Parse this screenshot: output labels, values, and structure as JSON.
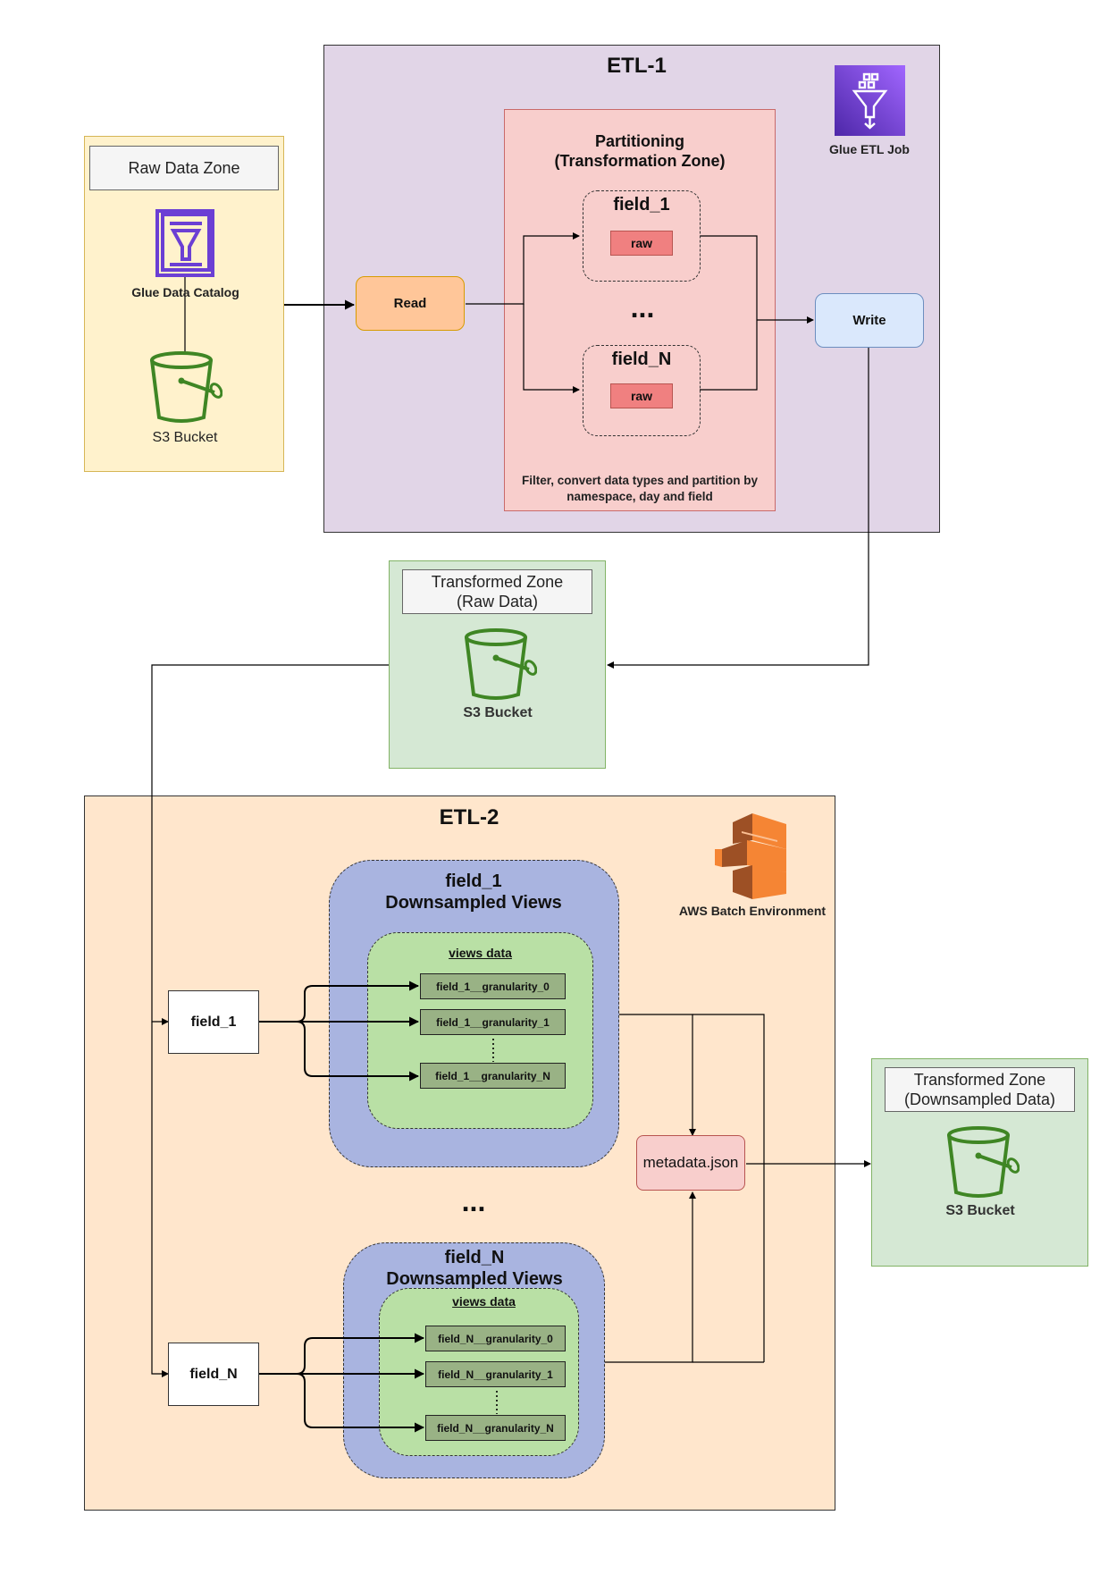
{
  "raw_zone": {
    "title": "Raw Data Zone",
    "catalog_label": "Glue Data Catalog",
    "bucket_label": "S3 Bucket",
    "catalog_icon": "glue-data-catalog-icon",
    "bucket_icon": "s3-bucket-icon"
  },
  "etl1": {
    "title": "ETL-1",
    "job_label": "Glue ETL Job",
    "job_icon": "glue-etl-job-icon",
    "read_label": "Read",
    "write_label": "Write",
    "partition": {
      "title_line1": "Partitioning",
      "title_line2": "(Transformation Zone)",
      "fields": [
        {
          "name": "field_1",
          "tag": "raw"
        },
        {
          "name": "field_N",
          "tag": "raw"
        }
      ],
      "ellipsis": "...",
      "caption_line1": "Filter, convert data types and partition by",
      "caption_line2": "namespace, day and field"
    }
  },
  "transformed_raw": {
    "title_line1": "Transformed Zone",
    "title_line2": "(Raw Data)",
    "bucket_label": "S3 Bucket"
  },
  "etl2": {
    "title": "ETL-2",
    "batch_label": "AWS Batch Environment",
    "batch_icon": "aws-batch-icon",
    "ellipsis": "...",
    "metadata_label": "metadata.json",
    "groups": [
      {
        "field": "field_1",
        "title_line1": "field_1",
        "title_line2": "Downsampled Views",
        "views_label": "views data",
        "granularities": [
          "field_1__granularity_0",
          "field_1__granularity_1",
          "field_1__granularity_N"
        ]
      },
      {
        "field": "field_N",
        "title_line1": "field_N",
        "title_line2": "Downsampled Views",
        "views_label": "views data",
        "granularities": [
          "field_N__granularity_0",
          "field_N__granularity_1",
          "field_N__granularity_N"
        ]
      }
    ]
  },
  "transformed_down": {
    "title_line1": "Transformed Zone",
    "title_line2": "(Downsampled Data)",
    "bucket_label": "S3 Bucket"
  },
  "colors": {
    "raw_zone": "#fff2cc",
    "etl1": "#e1d5e7",
    "partition": "#f8cecc",
    "green_zone": "#d5e8d4",
    "etl2": "#ffe6cc",
    "glue_purple": "#6b3fd4",
    "s3_green": "#3f8624",
    "batch_orange": "#f58534"
  }
}
